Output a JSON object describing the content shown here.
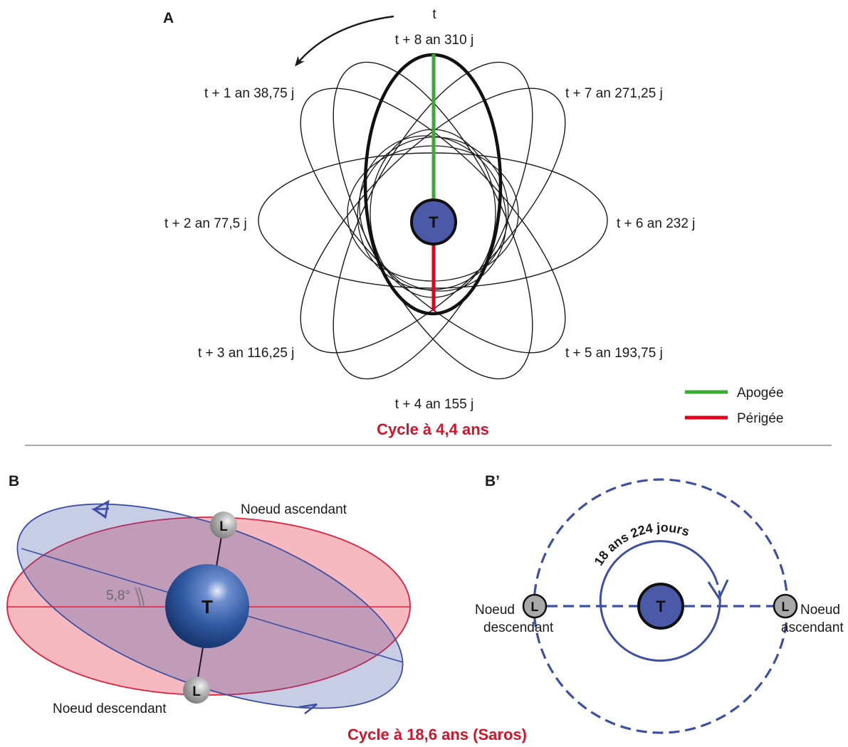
{
  "colors": {
    "apogee": "#3aaa35",
    "perigee": "#e3001b",
    "caption": "#d4132a",
    "earth": "#4b5aa8",
    "blue_orbit": "#3d4fa3",
    "red_orbit": "#e31e3a",
    "moon": "#a9a9a9"
  },
  "panel_a": {
    "label": "A",
    "time_start": "t",
    "orbit_labels": [
      "t + 8 an 310 j",
      "t + 1 an 38,75 j",
      "t + 7 an 271,25 j",
      "t + 2 an 77,5 j",
      "t + 6 an 232 j",
      "t + 3 an 116,25 j",
      "t + 5 an 193,75 j",
      "t + 4 an 155 j"
    ],
    "earth_label": "T",
    "legend": [
      {
        "label": "Apogée",
        "color": "#3aaa35"
      },
      {
        "label": "Périgée",
        "color": "#e3001b"
      }
    ],
    "caption": "Cycle à 4,4 ans"
  },
  "panel_b": {
    "label": "B",
    "earth_label": "T",
    "moon_label": "L",
    "ascending_node": "Noeud ascendant",
    "descending_node": "Noeud descendant",
    "inclination": "5,8°"
  },
  "panel_b_prime": {
    "label": "B’",
    "earth_label": "T",
    "moon_label": "L",
    "period": "18 ans 224 jours",
    "descending_node_line1": "Noeud",
    "descending_node_line2": "descendant",
    "ascending_node_line1": "Noeud",
    "ascending_node_line2": "ascendant"
  },
  "caption_bottom": "Cycle à 18,6 ans (Saros)"
}
